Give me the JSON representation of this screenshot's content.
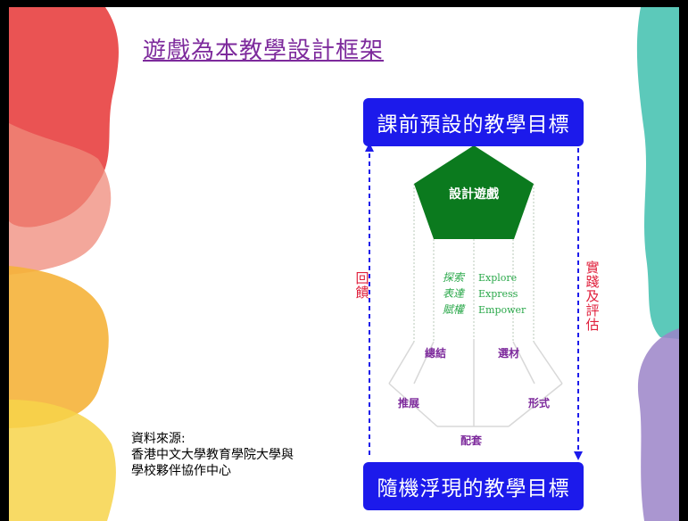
{
  "title": "遊戲為本教學設計框架",
  "top_box": "課前預設的教學目標",
  "bottom_box": "隨機浮現的教學目標",
  "center": "設計遊戲",
  "left_arrow_label": "回饋",
  "right_arrow_label": "實踐及評估",
  "explore_cn": [
    "探索",
    "表達",
    "賦權"
  ],
  "explore_en": [
    "Explore",
    "Express",
    "Empower"
  ],
  "mid_labels": {
    "left": "總結",
    "right": "選材"
  },
  "low_labels": {
    "left": "推展",
    "right": "形式"
  },
  "bottom_label": "配套",
  "source": {
    "label": "資料來源:",
    "line1": "香港中文大學教育學院大學與",
    "line2": "學校夥伴協作中心"
  },
  "colors": {
    "title": "#7d2a9c",
    "box": "#1c1aeb",
    "pentagon": "#0b7a1e",
    "green_text": "#2aa84a",
    "purple_text": "#7d2a9c",
    "arrow_label": "#e0203c"
  }
}
